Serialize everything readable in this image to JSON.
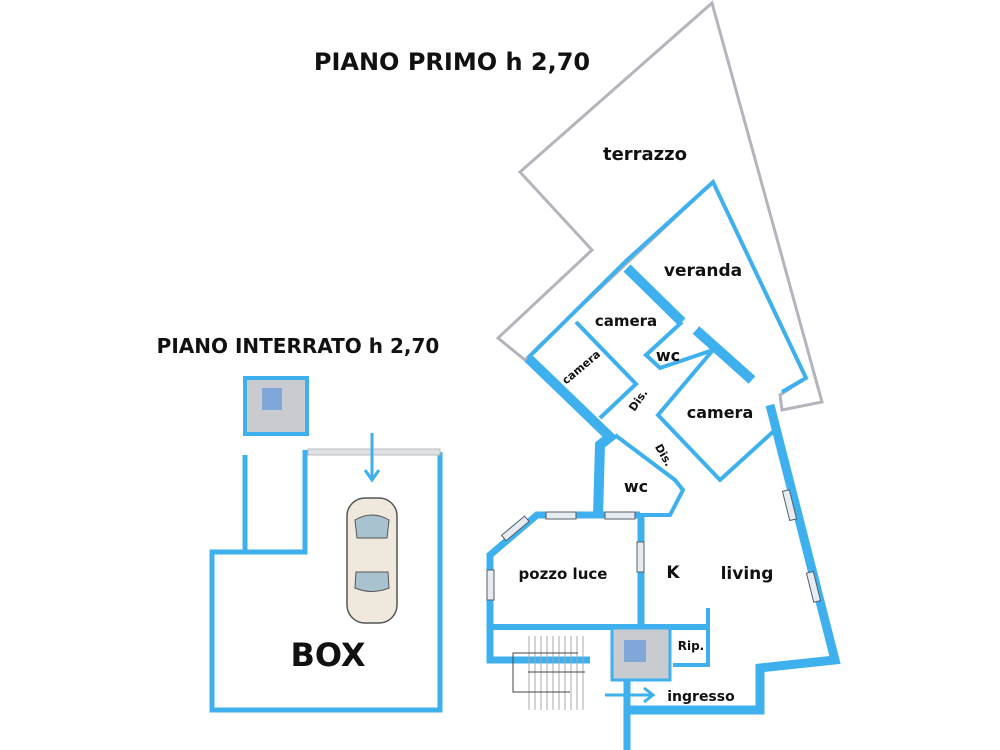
{
  "titles": {
    "first_floor": "PIANO PRIMO h 2,70",
    "basement": "PIANO INTERRATO h 2,70"
  },
  "rooms": {
    "terrazzo": "terrazzo",
    "veranda": "veranda",
    "camera_1": "camera",
    "camera_2": "camera",
    "camera_3": "camera",
    "wc_1": "wc",
    "wc_2": "wc",
    "dis_1": "Dis.",
    "dis_2": "Dis.",
    "pozzo_luce": "pozzo luce",
    "kitchen": "K",
    "living": "living",
    "ripostiglio": "Rip.",
    "ingresso": "ingresso",
    "box": "BOX"
  },
  "colors": {
    "wall": "#3fb0ee",
    "terrace_outline": "#b4b4bc",
    "text": "#111111"
  }
}
